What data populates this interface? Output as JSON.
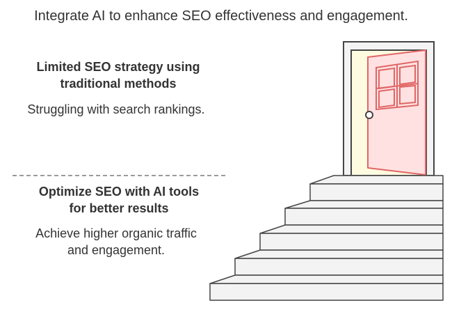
{
  "title": "Integrate AI to enhance SEO effectiveness and engagement.",
  "current_state": {
    "heading_line1": "Limited SEO strategy using",
    "heading_line2": "traditional methods",
    "description": "Struggling with search rankings."
  },
  "desired_state": {
    "heading_line1": "Optimize SEO with AI tools",
    "heading_line2": "for better results",
    "description_line1": "Achieve higher organic traffic",
    "description_line2": "and engagement."
  },
  "colors": {
    "text": "#333333",
    "door_frame": "#f3f3f3",
    "door_light": "#fffbe0",
    "door_panel": "#ffe1e1",
    "door_stroke": "#e06666",
    "stairs": "#f3f3f3",
    "outline": "#444444"
  },
  "icons": [
    "door-icon",
    "stairs-icon"
  ]
}
